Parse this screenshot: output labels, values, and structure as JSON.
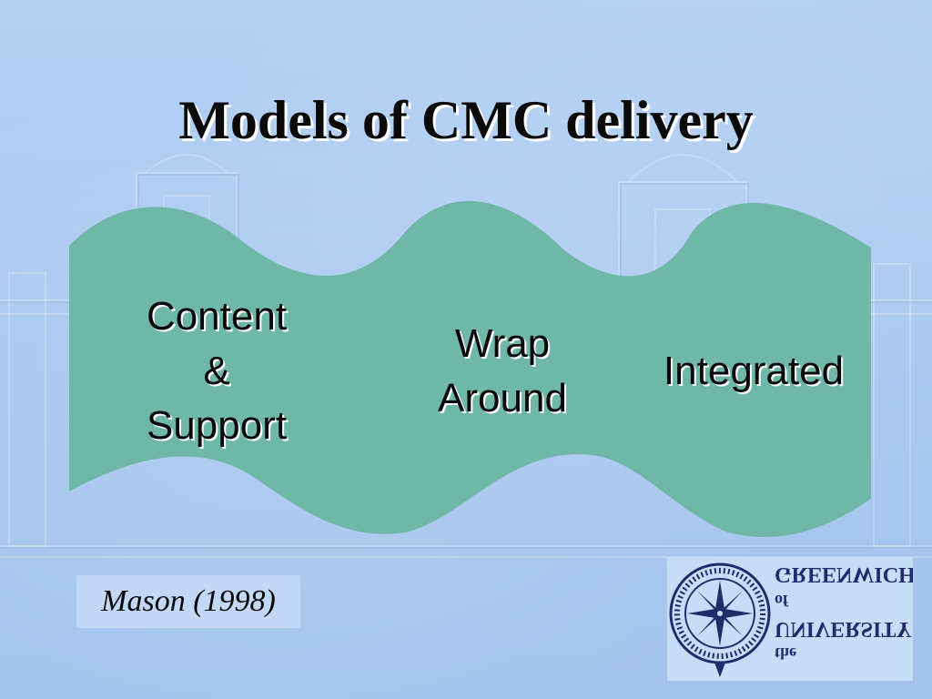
{
  "slide": {
    "title": "Models of CMC delivery",
    "models": [
      {
        "lines": [
          "Content",
          "&",
          "Support"
        ]
      },
      {
        "lines": [
          "Wrap",
          "Around"
        ]
      },
      {
        "lines": [
          "Integrated"
        ]
      }
    ],
    "citation": "Mason (1998)",
    "logo": {
      "text_line_1": "GREENWICH",
      "text_line_2": "of",
      "text_line_3": "UNIVERSITY",
      "text_line_4": "the"
    }
  },
  "colors": {
    "background": "#a9c9f0",
    "wave_fill": "#6fb8a8",
    "title_text": "#0a0a0a",
    "logo_blue": "#1f2d6b"
  }
}
